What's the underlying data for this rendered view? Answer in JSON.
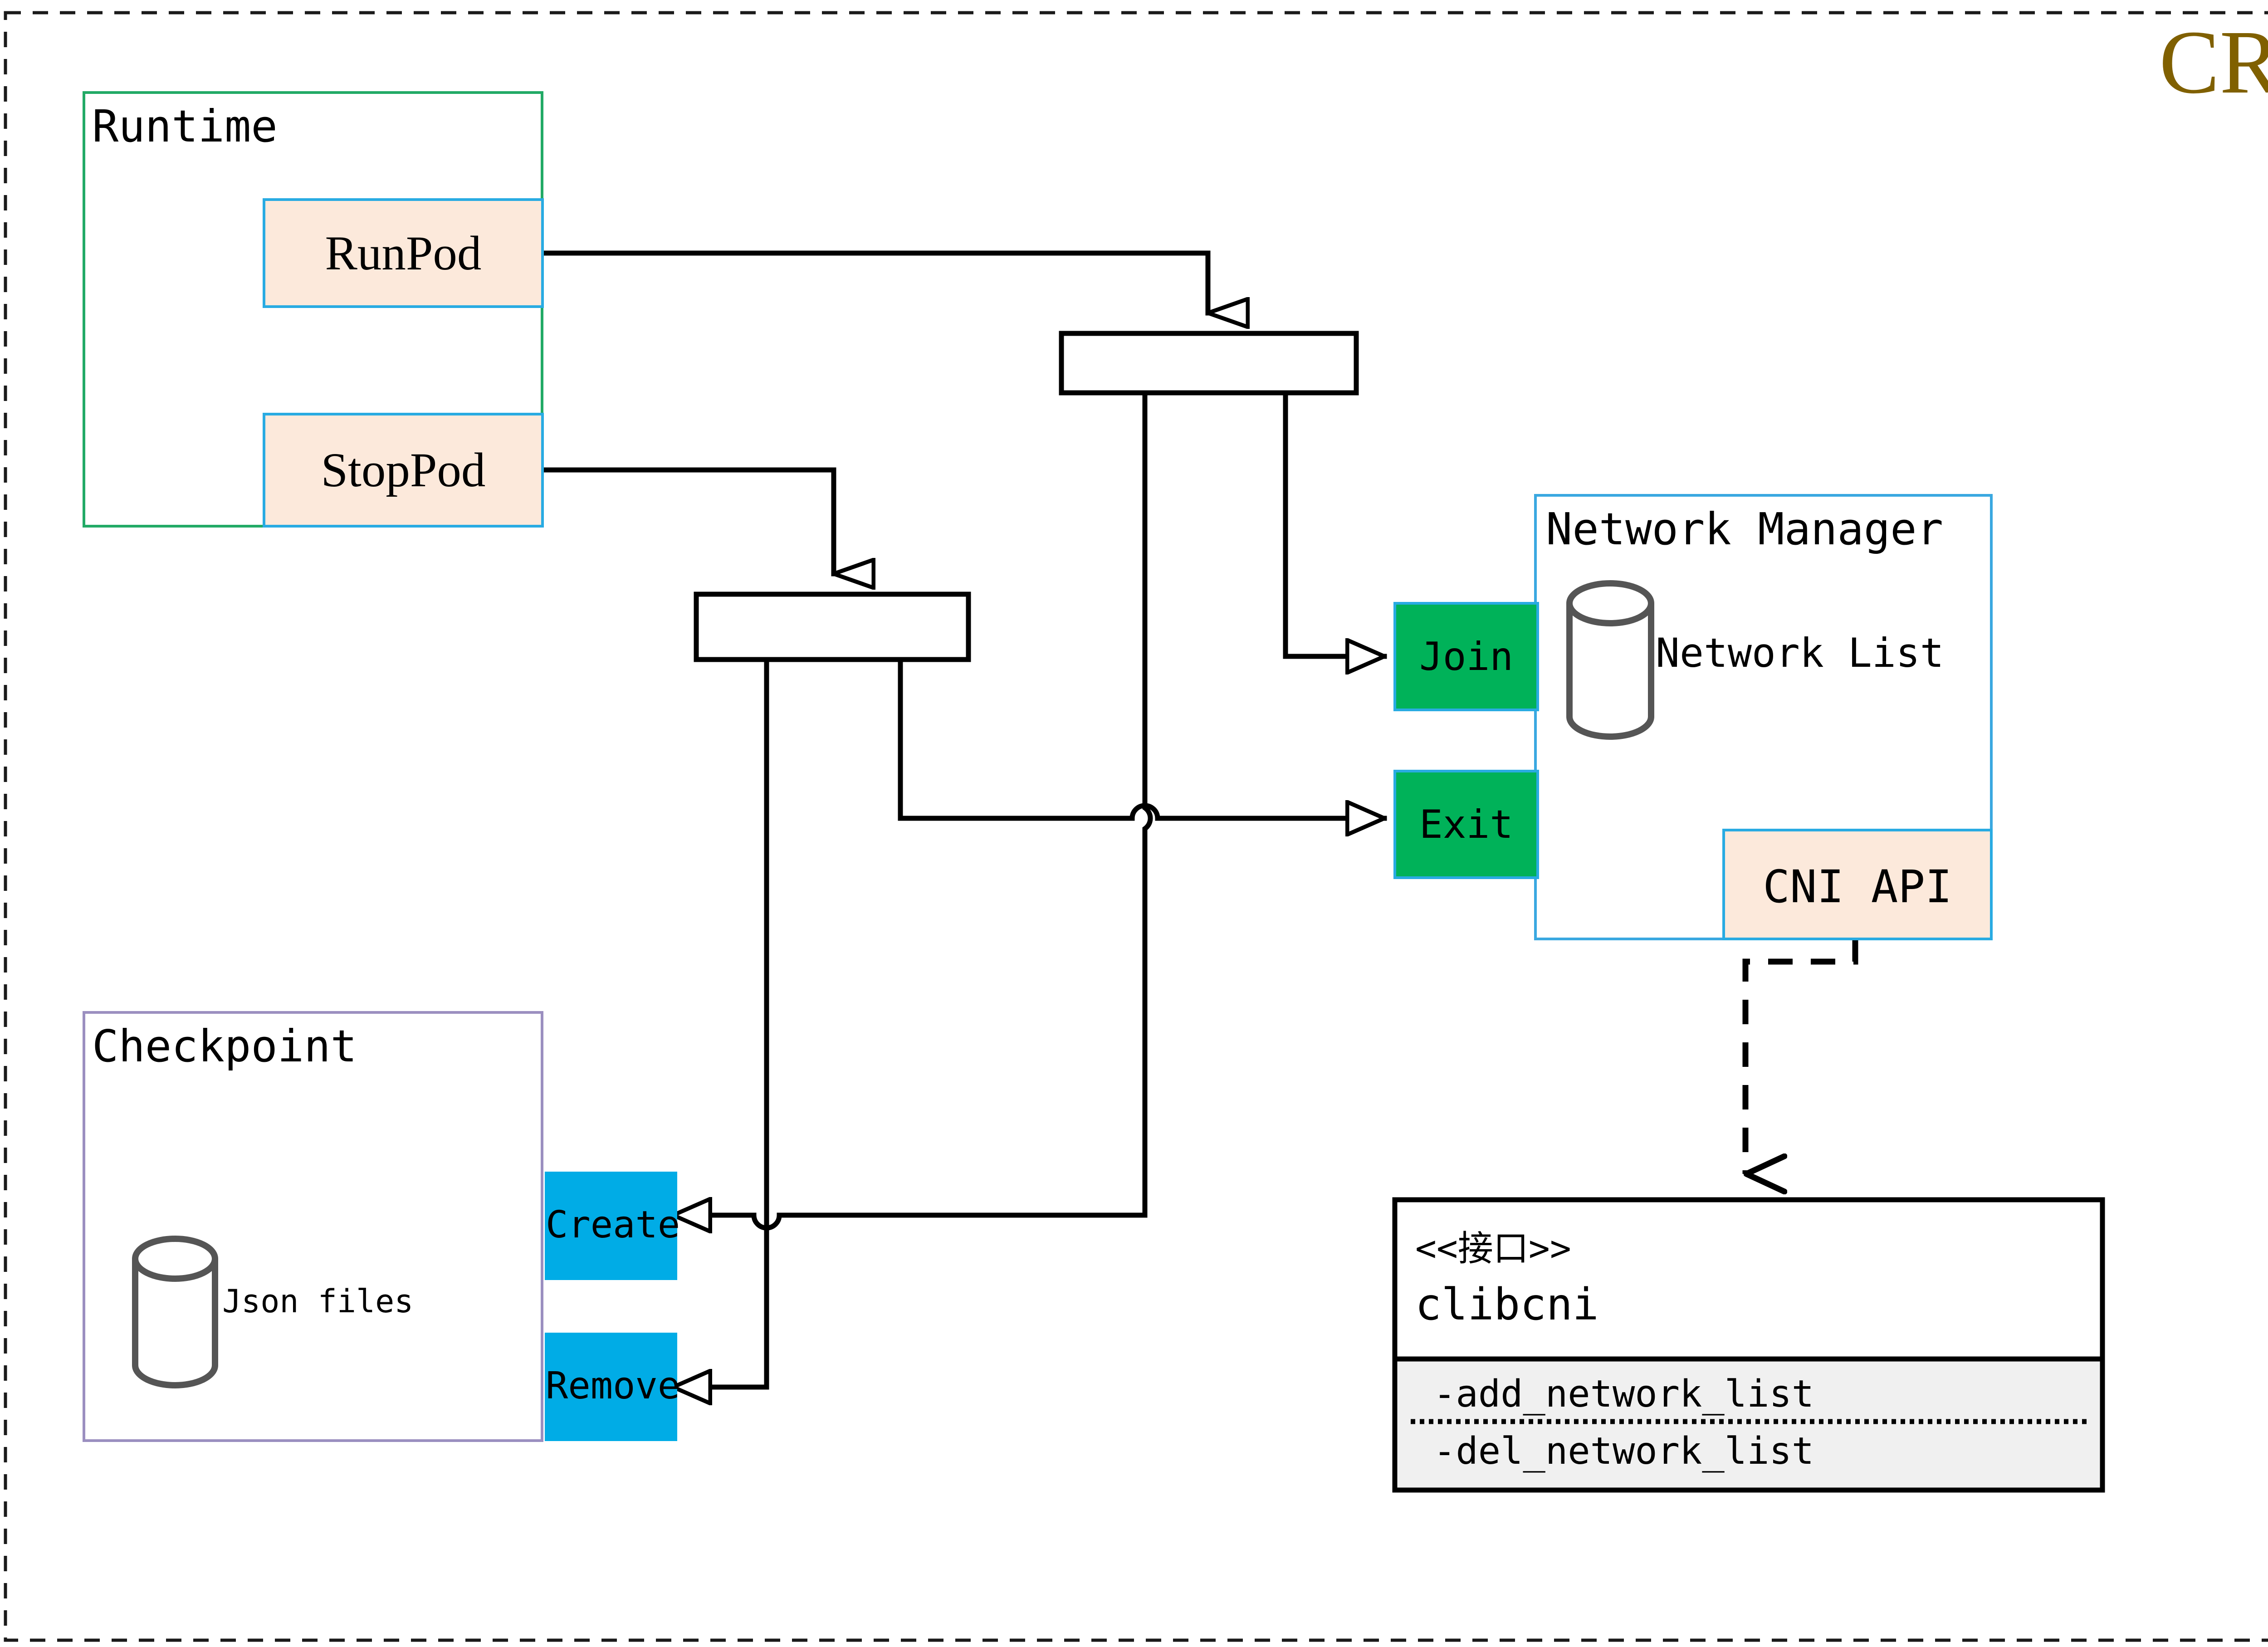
{
  "diagram": {
    "title": "CRI",
    "title_color": "#806000",
    "outer_border": "dashed",
    "groups": [
      {
        "id": "runtime",
        "label": "Runtime",
        "border_color": "#22aa66"
      },
      {
        "id": "checkpoint",
        "label": "Checkpoint",
        "border_color": "#9b8fc0"
      },
      {
        "id": "netmgr",
        "label": "Network Manager",
        "border_color": "#3aa8e0"
      }
    ],
    "nodes": [
      {
        "id": "runpod",
        "label": "RunPod",
        "fill": "#fce9db",
        "stroke": "#29abe2",
        "text_color": "#000000"
      },
      {
        "id": "stoppod",
        "label": "StopPod",
        "fill": "#fce9db",
        "stroke": "#29abe2",
        "text_color": "#000000"
      },
      {
        "id": "join",
        "label": "Join",
        "fill": "#00b259",
        "stroke": "#29abe2",
        "text_color": "#000000"
      },
      {
        "id": "exit",
        "label": "Exit",
        "fill": "#00b259",
        "stroke": "#29abe2",
        "text_color": "#000000"
      },
      {
        "id": "create",
        "label": "Create",
        "fill": "#00ace6",
        "stroke": "#00ace6",
        "text_color": "#000000"
      },
      {
        "id": "remove",
        "label": "Remove",
        "fill": "#00ace6",
        "stroke": "#00ace6",
        "text_color": "#000000"
      },
      {
        "id": "cniapi",
        "label": "CNI API",
        "fill": "#fce9db",
        "stroke": "#29abe2",
        "text_color": "#000000"
      }
    ],
    "datastores": [
      {
        "id": "network-list",
        "label": "Network List",
        "stroke": "#555555"
      },
      {
        "id": "json-files",
        "label": "Json files",
        "stroke": "#555555"
      }
    ],
    "interface": {
      "stereotype": "<<接口>>",
      "name": "clibcni",
      "methods": [
        "-add_network_list",
        "-del_network_list"
      ],
      "methods_bg": "#f0f0f0"
    },
    "bars": [
      {
        "id": "fork-top",
        "role": "fork-bar"
      },
      {
        "id": "fork-left",
        "role": "fork-bar"
      }
    ]
  }
}
